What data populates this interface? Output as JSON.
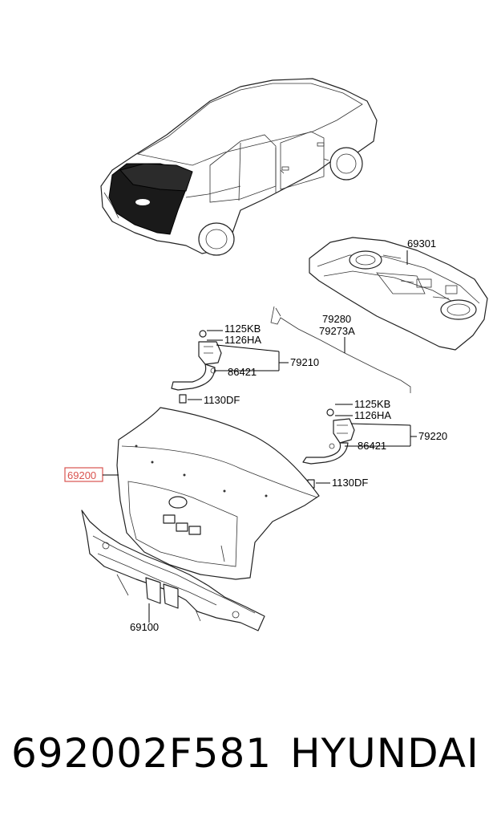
{
  "diagram": {
    "callouts": {
      "package_tray": "69301",
      "cable_a": "79280",
      "cable_b": "79273A",
      "bolt_a_left": "1125KB",
      "bolt_b_left": "1126HA",
      "hinge_left": "79210",
      "bracket_left": "86421",
      "nut_left": "1130DF",
      "bolt_a_right": "1125KB",
      "bolt_b_right": "1126HA",
      "hinge_right": "79220",
      "bracket_right": "86421",
      "nut_right": "1130DF",
      "trunk_lid": "69200",
      "back_panel": "69100"
    },
    "highlight_color": "#d9534f"
  },
  "footer": {
    "part_number": "692002F581",
    "brand": "HYUNDAI"
  }
}
